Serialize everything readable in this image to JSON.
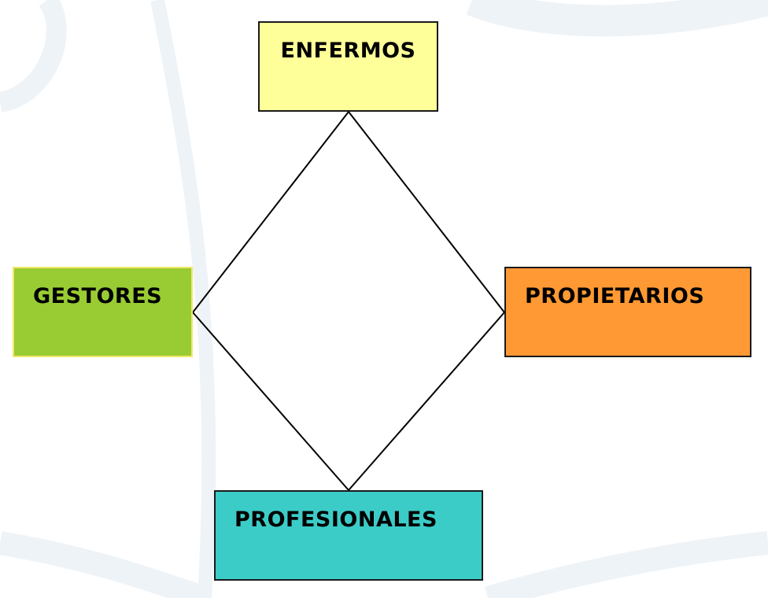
{
  "diagram": {
    "nodes": {
      "top": {
        "label": "ENFERMOS",
        "color": "#ffff99"
      },
      "left": {
        "label": "GESTORES",
        "color": "#99cc33"
      },
      "right": {
        "label": "PROPIETARIOS",
        "color": "#ff9933"
      },
      "bottom": {
        "label": "PROFESIONALES",
        "color": "#3cccc8"
      }
    },
    "edges": [
      [
        "top",
        "right"
      ],
      [
        "right",
        "bottom"
      ],
      [
        "bottom",
        "left"
      ],
      [
        "left",
        "top"
      ]
    ],
    "shape": "diamond",
    "colors": {
      "line": "#000000",
      "watermark": "#e6eef4"
    }
  }
}
